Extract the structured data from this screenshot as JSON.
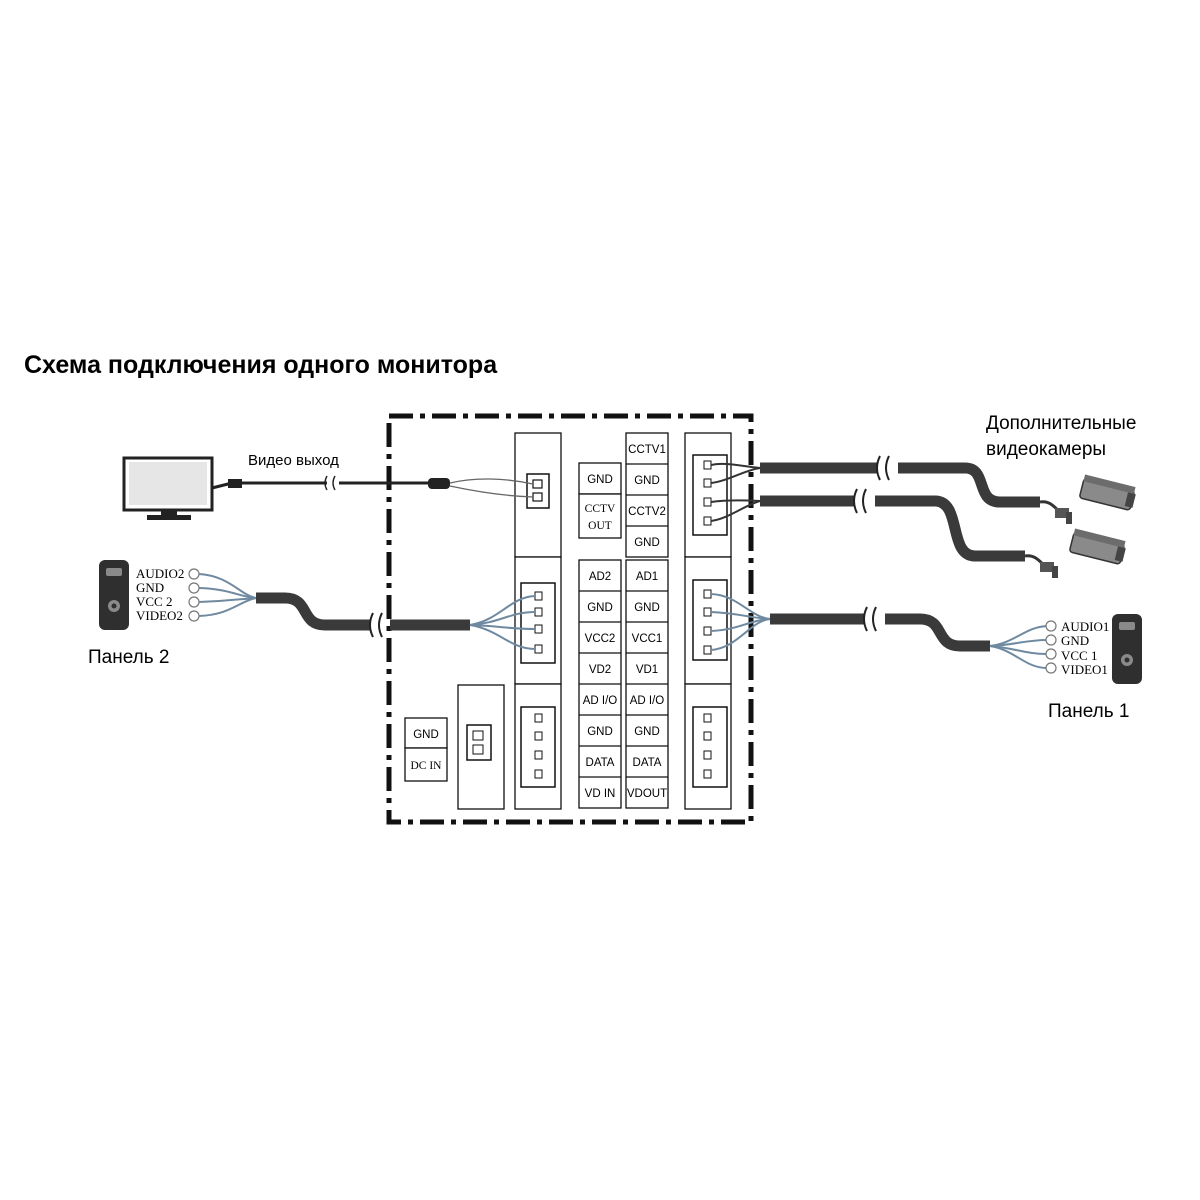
{
  "title": "Схема подключения одного монитора",
  "video_out_label": "Видео выход",
  "cameras_label_line1": "Дополнительные",
  "cameras_label_line2": "видеокамеры",
  "panel2": {
    "label": "Панель 2",
    "wires": [
      "AUDIO2",
      "GND",
      "VCC 2",
      "VIDEO2"
    ]
  },
  "panel1": {
    "label": "Панель 1",
    "wires": [
      "AUDIO1",
      "GND",
      "VCC 1",
      "VIDEO1"
    ]
  },
  "power": {
    "gnd": "GND",
    "dcin": "DC IN"
  },
  "cctv_out": {
    "gnd": "GND",
    "line1": "CCTV",
    "line2": "OUT"
  },
  "cctv_inputs": [
    "CCTV1",
    "GND",
    "CCTV2",
    "GND"
  ],
  "terminals_left": [
    "AD2",
    "GND",
    "VCC2",
    "VD2",
    "AD I/O",
    "GND",
    "DATA",
    "VD IN"
  ],
  "terminals_right": [
    "AD1",
    "GND",
    "VCC1",
    "VD1",
    "AD I/O",
    "GND",
    "DATA",
    "VDOUT"
  ]
}
